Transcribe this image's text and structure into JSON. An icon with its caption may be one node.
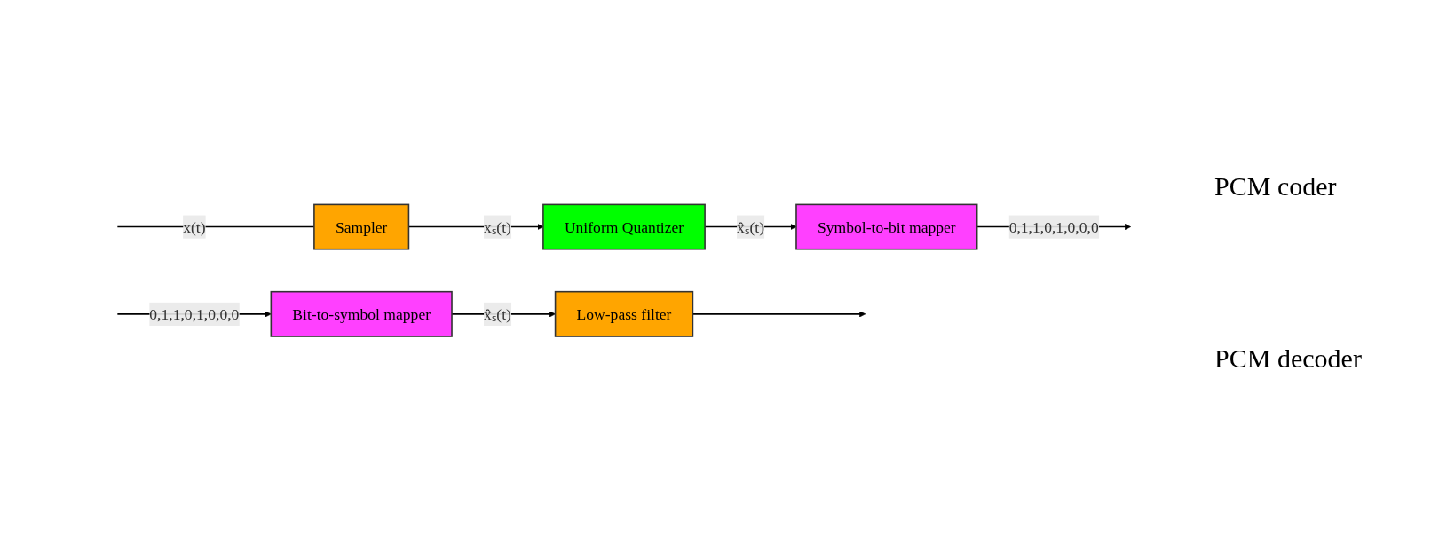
{
  "diagram": {
    "nodes": [
      {
        "text": [
          "Sampler"
        ]
      },
      {
        "text": [
          "Uniform Quantizer"
        ]
      },
      {
        "text": [
          "Symbol-to-bit mapper"
        ]
      },
      {
        "text": [
          "Bit-to-symbol mapper"
        ]
      },
      {
        "text": [
          "Low-pass filter"
        ]
      }
    ],
    "edges": [
      {
        "from": null,
        "to": 0,
        "arrow": "none",
        "label": "x(t)"
      },
      {
        "from": 0,
        "to": 1,
        "arrow": "to",
        "label": "xₛ(t)"
      },
      {
        "from": 1,
        "to": 2,
        "arrow": "to",
        "label": "x̂ₛ(t)"
      },
      {
        "from": 2,
        "to": null,
        "arrow": "to",
        "label": "0,1,1,0,1,0,0,0"
      },
      {
        "from": null,
        "to": 3,
        "arrow": "to",
        "label": "0,1,1,0,1,0,0,0"
      },
      {
        "from": 3,
        "to": 4,
        "arrow": "to",
        "label": "x̂ₛ(t)"
      },
      {
        "from": 4,
        "to": null,
        "arrow": "to"
      }
    ],
    "labels": [
      "PCM coder",
      "PCM decoder"
    ]
  }
}
